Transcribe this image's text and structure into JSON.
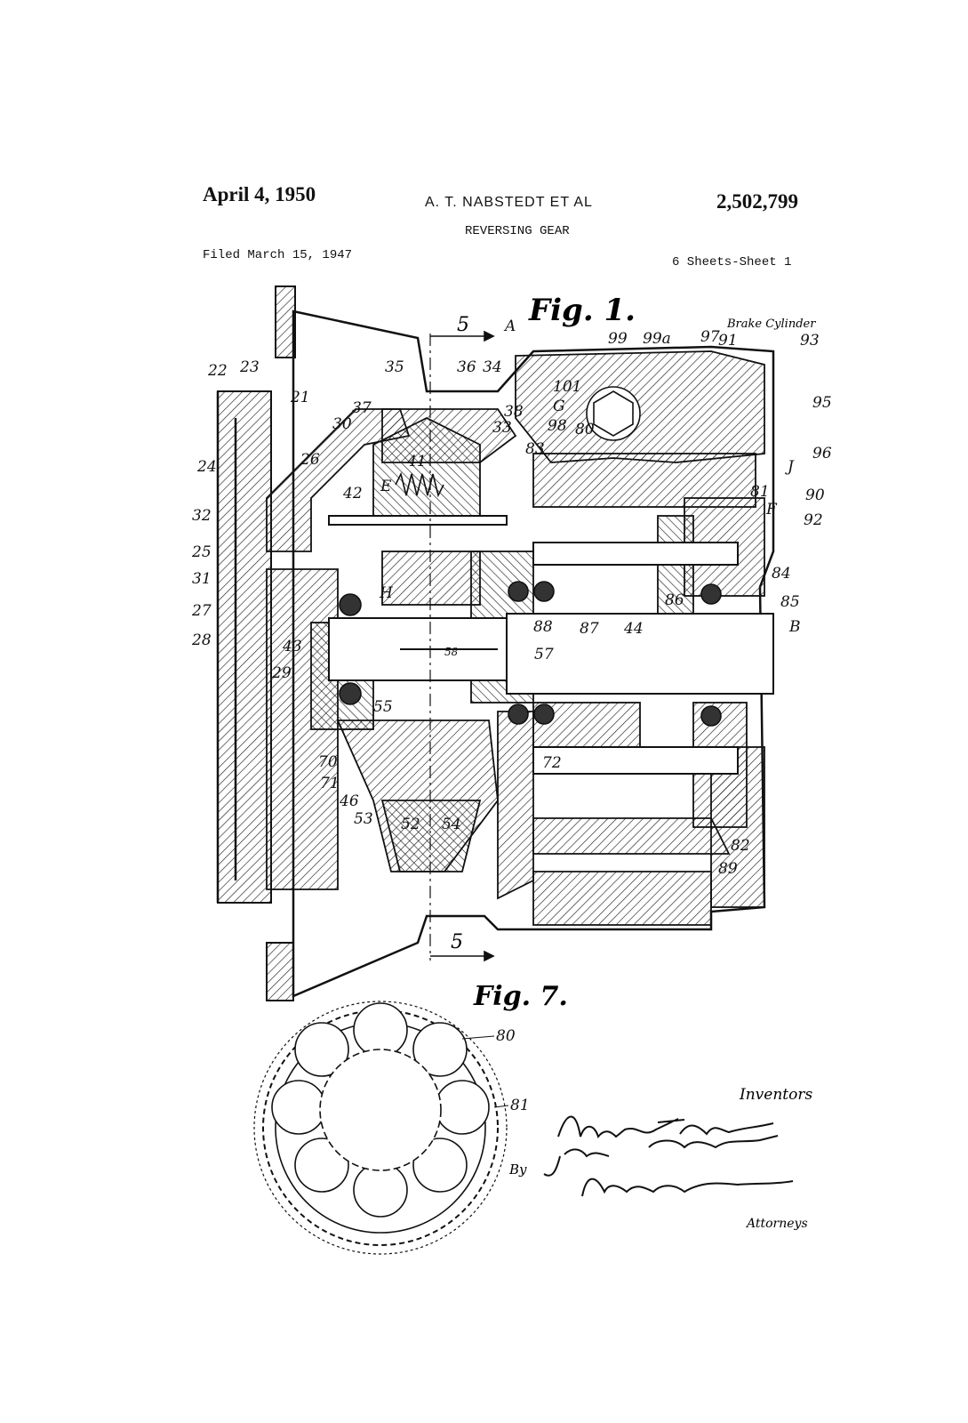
{
  "header": {
    "date": "April 4, 1950",
    "inventors": "A. T. NABSTEDT ET AL",
    "patent_number": "2,502,799",
    "title": "REVERSING GEAR",
    "filed": "Filed March 15, 1947",
    "sheets": "6 Sheets-Sheet 1"
  },
  "figure1": {
    "label": "Fig. 1.",
    "section_mark": "5",
    "brake_label": "Brake Cylinder",
    "reference_numerals": [
      "22",
      "23",
      "21",
      "24",
      "26",
      "32",
      "25",
      "31",
      "27",
      "28",
      "29",
      "30",
      "37",
      "35",
      "36",
      "34",
      "38",
      "33",
      "E",
      "41",
      "42",
      "H",
      "43",
      "58",
      "57",
      "55",
      "70",
      "71",
      "46",
      "53",
      "52",
      "54",
      "72",
      "A",
      "99",
      "99a",
      "97",
      "91",
      "93",
      "101",
      "G",
      "98",
      "80",
      "83",
      "95",
      "96",
      "J",
      "90",
      "92",
      "81",
      "F",
      "84",
      "85",
      "86",
      "88",
      "87",
      "44",
      "B",
      "82",
      "89"
    ]
  },
  "figure7": {
    "label": "Fig. 7.",
    "reference_numerals": [
      "80",
      "81"
    ]
  },
  "signature_block": {
    "inventors_caption": "Inventors",
    "by": "By",
    "attorneys_caption": "Attorneys"
  }
}
